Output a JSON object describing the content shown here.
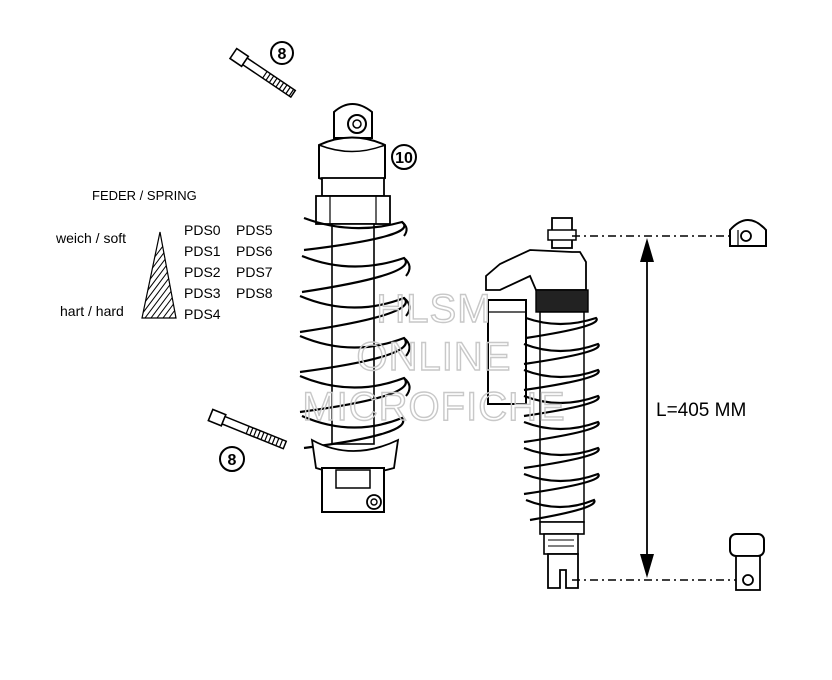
{
  "spring_legend": {
    "title": "FEDER / SPRING",
    "soft_label": "weich / soft",
    "hard_label": "hart / hard",
    "col1": [
      "PDS0",
      "PDS1",
      "PDS2",
      "PDS3",
      "PDS4"
    ],
    "col2": [
      "PDS5",
      "PDS6",
      "PDS7",
      "PDS8"
    ]
  },
  "callouts": {
    "bolt_top": "8",
    "shock_top": "10",
    "bolt_bottom": "8"
  },
  "dimension": {
    "length_label": "L=405 MM"
  },
  "watermark": {
    "line1": "HLSM",
    "line2": "ONLINE",
    "line3": "MICROFICHE"
  }
}
